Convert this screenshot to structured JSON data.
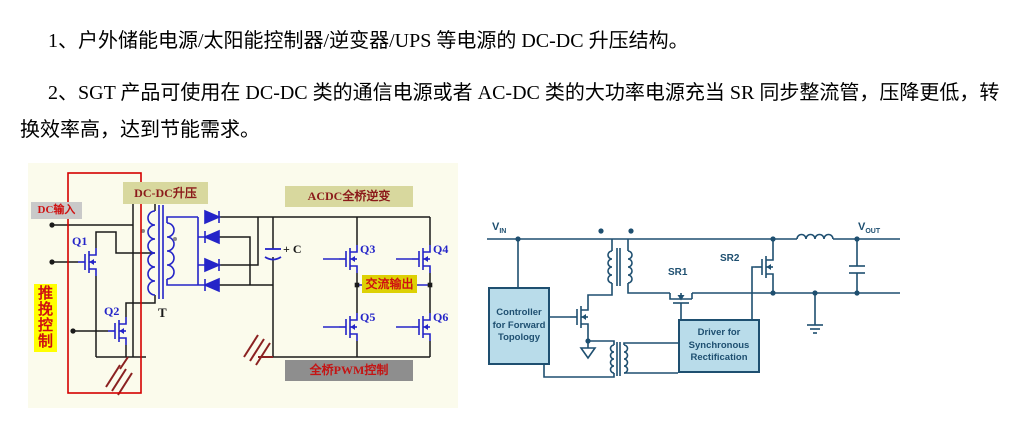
{
  "paragraphs": {
    "p1": "1、户外储能电源/太阳能控制器/逆变器/UPS 等电源的 DC-DC 升压结构。",
    "p2": "2、SGT 产品可使用在 DC-DC 类的通信电源或者 AC-DC 类的大功率电源充当 SR 同步整流管，压降更低，转换效率高，达到节能需求。"
  },
  "left_diagram": {
    "labels": {
      "dc_input": "DC输入",
      "dcdc_boost": "DC-DC升压",
      "acdc_inverter": "ACDC全桥逆变",
      "push_pull_control": "推挽控制",
      "ac_output": "交流输出",
      "full_bridge_pwm": "全桥PWM控制",
      "q1": "Q1",
      "q2": "Q2",
      "q3": "Q3",
      "q4": "Q4",
      "q5": "Q5",
      "q6": "Q6",
      "transformer": "T",
      "capacitor": "+ C"
    },
    "colors": {
      "background": "#fbfbec",
      "wire_black": "#1a1a1a",
      "component_blue": "#2424c8",
      "highlight_rect_red": "#d40000",
      "ground_dark_red": "#8b2121",
      "label_gray_bg": "#c9c9c9",
      "label_khaki_bg": "#d8d89e",
      "label_yellow_bg": "#ffff00",
      "label_gold_bg": "#ddd104",
      "label_dark_gray_bg": "#8e8e8e"
    }
  },
  "right_diagram": {
    "labels": {
      "vin_main": "V",
      "vin_sub": "IN",
      "vout_main": "V",
      "vout_sub": "OUT",
      "sr1": "SR1",
      "sr2": "SR2",
      "controller": "Controller\nfor Forward\nTopology",
      "driver": "Driver for\nSynchronous\nRectification"
    },
    "colors": {
      "line_navy": "#1e4f70",
      "box_fill": "#b9dcea"
    }
  }
}
